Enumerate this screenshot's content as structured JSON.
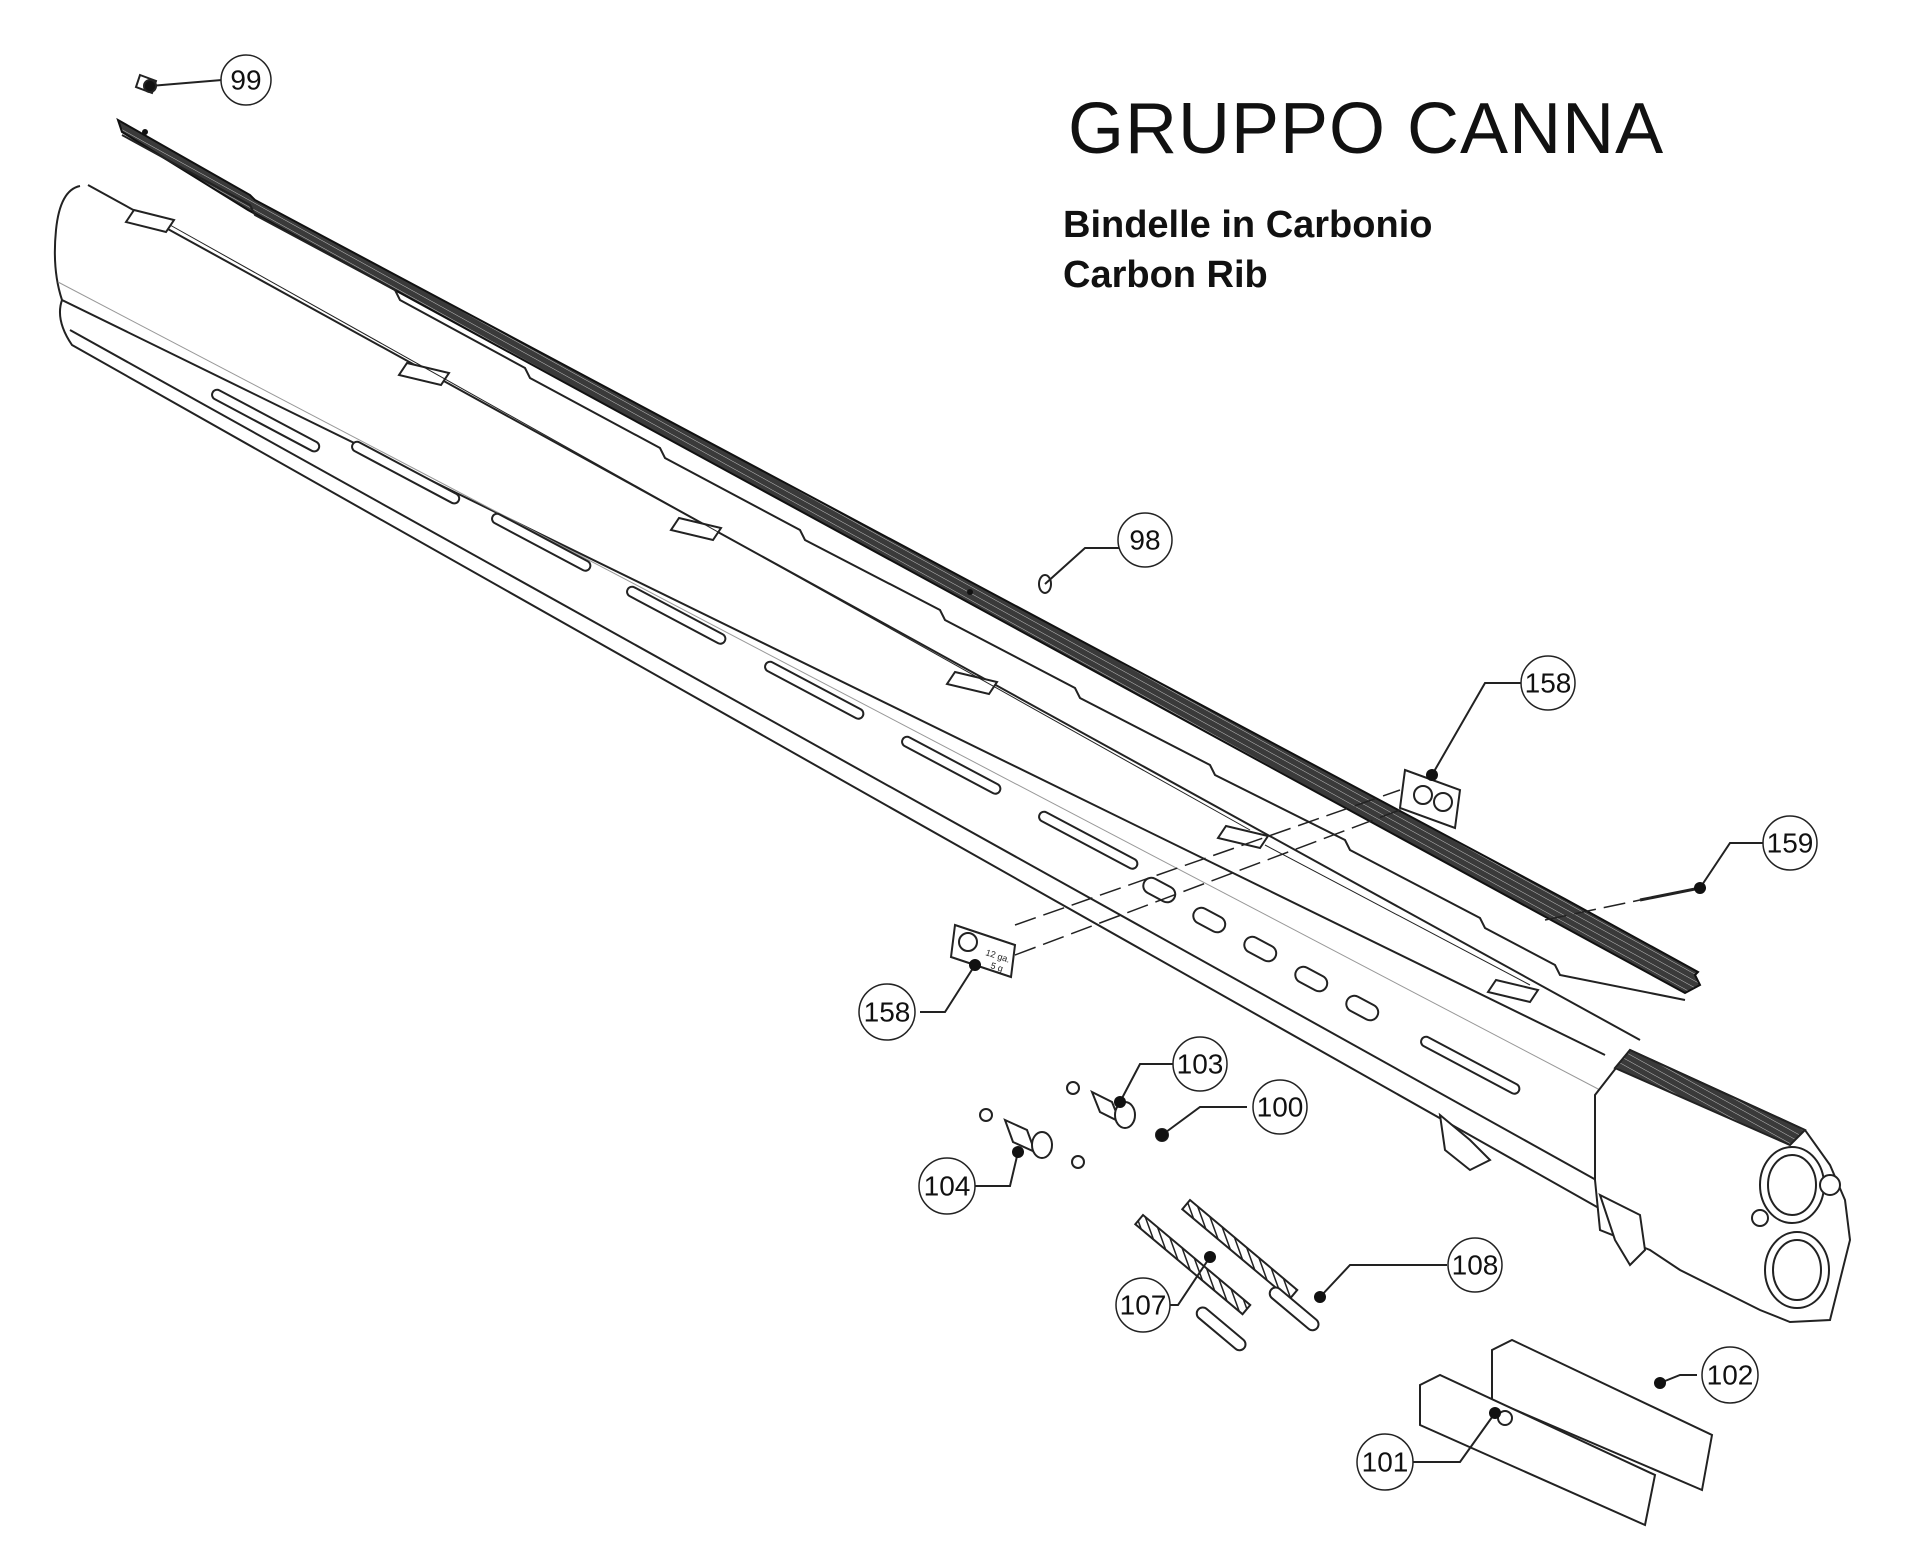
{
  "title": "GRUPPO CANNA",
  "subtitle_it": "Bindelle in Carbonio",
  "subtitle_en": "Carbon Rib",
  "callouts": [
    {
      "id": "c99",
      "label": "99"
    },
    {
      "id": "c98",
      "label": "98"
    },
    {
      "id": "c158a",
      "label": "158"
    },
    {
      "id": "c159",
      "label": "159"
    },
    {
      "id": "c158b",
      "label": "158"
    },
    {
      "id": "c103",
      "label": "103"
    },
    {
      "id": "c100",
      "label": "100"
    },
    {
      "id": "c104",
      "label": "104"
    },
    {
      "id": "c108",
      "label": "108"
    },
    {
      "id": "c107",
      "label": "107"
    },
    {
      "id": "c102",
      "label": "102"
    },
    {
      "id": "c101",
      "label": "101"
    }
  ],
  "plate_text": {
    "line1": "12 ga.",
    "line2": "5 g"
  }
}
